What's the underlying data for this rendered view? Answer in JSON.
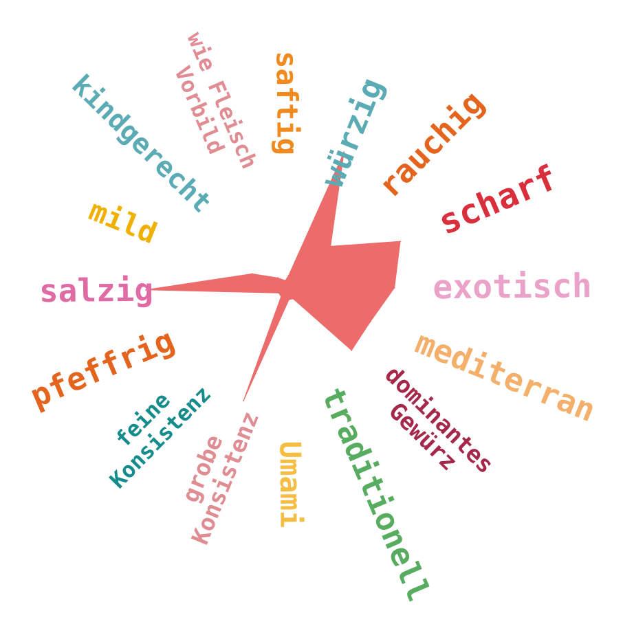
{
  "chart_data": {
    "type": "radar",
    "title": "",
    "grid": false,
    "categories": [
      {
        "label": [
          "würzig"
        ],
        "color": "#5aabb4"
      },
      {
        "label": [
          "rauchig"
        ],
        "color": "#e4641d"
      },
      {
        "label": [
          "scharf"
        ],
        "color": "#d92f3c"
      },
      {
        "label": [
          "exotisch"
        ],
        "color": "#eaa2c9"
      },
      {
        "label": [
          "mediterran"
        ],
        "color": "#f4b06a"
      },
      {
        "label": [
          "dominantes",
          "Gewürz"
        ],
        "color": "#a5284a"
      },
      {
        "label": [
          "traditionell"
        ],
        "color": "#58ac5f"
      },
      {
        "label": [
          "Umami"
        ],
        "color": "#f5bd42"
      },
      {
        "label": [
          "grobe",
          "Konsistenz"
        ],
        "color": "#e08c93"
      },
      {
        "label": [
          "feine",
          "Konsistenz"
        ],
        "color": "#148c8c"
      },
      {
        "label": [
          "pfeffrig"
        ],
        "color": "#e4641d"
      },
      {
        "label": [
          "salzig"
        ],
        "color": "#e06aa3"
      },
      {
        "label": [
          "mild"
        ],
        "color": "#f0b000"
      },
      {
        "label": [
          "kindgerecht"
        ],
        "color": "#5aabb4"
      },
      {
        "label": [
          "wie Fleisch",
          "Vorbild"
        ],
        "color": "#e08c93"
      },
      {
        "label": [
          "saftig"
        ],
        "color": "#f08a1e"
      }
    ],
    "series": [
      {
        "values": [
          0.67,
          0.27,
          0.55,
          0.48,
          0.4,
          0.4,
          0.05,
          0.05,
          0.55,
          0.05,
          0.05,
          0.65,
          0.18,
          0.07,
          0.04,
          0.06
        ],
        "color": "#ec6b6b"
      }
    ]
  }
}
